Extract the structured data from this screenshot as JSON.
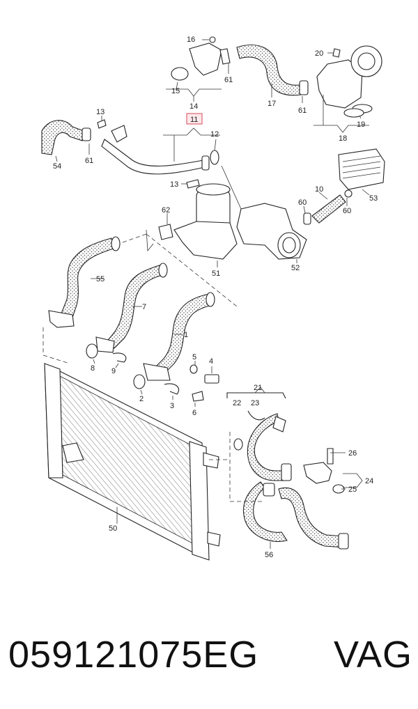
{
  "callouts": {
    "c16": "16",
    "c14": "14",
    "c15": "15",
    "c61a": "61",
    "c17": "17",
    "c61b": "61",
    "c20": "20",
    "c19": "19",
    "c18": "18",
    "c13a": "13",
    "c11": "11",
    "c12": "12",
    "c54": "54",
    "c61c": "61",
    "c13b": "13",
    "c10": "10",
    "c60a": "60",
    "c60b": "60",
    "c53": "53",
    "c62": "62",
    "c51": "51",
    "c52": "52",
    "c55": "55",
    "c7": "7",
    "c1": "1",
    "c8": "8",
    "c9": "9",
    "c2": "2",
    "c3": "3",
    "c5": "5",
    "c4": "4",
    "c6": "6",
    "c21": "21",
    "c22": "22",
    "c23": "23",
    "c26": "26",
    "c24": "24",
    "c25": "25",
    "c50": "50",
    "c56": "56"
  },
  "caption": {
    "part_number": "059121075EG",
    "brand": "VAG"
  },
  "colors": {
    "highlight_box": "#d94a5a",
    "highlight_fill": "#fde8ea",
    "line": "#222222"
  }
}
